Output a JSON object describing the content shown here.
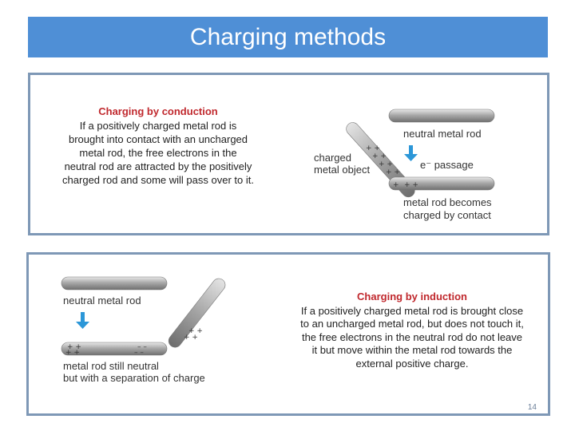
{
  "slide": {
    "title": "Charging methods",
    "page_number": "14"
  },
  "conduction": {
    "heading": "Charging by conduction",
    "body": "If a positively charged metal rod is brought into contact with an uncharged metal rod, the free electrons in the neutral rod are attracted by the positively charged rod and some will pass over to it.",
    "figure": {
      "label_neutral": "neutral metal rod",
      "label_charged_1": "charged",
      "label_charged_2": "metal object",
      "label_passage": "e⁻ passage",
      "label_result_1": "metal rod becomes",
      "label_result_2": "charged by contact"
    }
  },
  "induction": {
    "heading": "Charging by induction",
    "body": "If a positively charged metal rod is brought close to an uncharged metal rod, but does not touch it, the free electrons in the neutral rod do not leave it but move within the metal rod towards the external positive charge.",
    "figure": {
      "label_neutral": "neutral metal rod",
      "label_result_1": "metal rod still neutral",
      "label_result_2": "but with a separation of charge"
    }
  },
  "colors": {
    "title_bar": "#4f8fd6",
    "panel_border": "#7e98b6",
    "heading_red": "#c0282d",
    "arrow_blue": "#2c97d8",
    "contact_red": "#d9342b"
  }
}
